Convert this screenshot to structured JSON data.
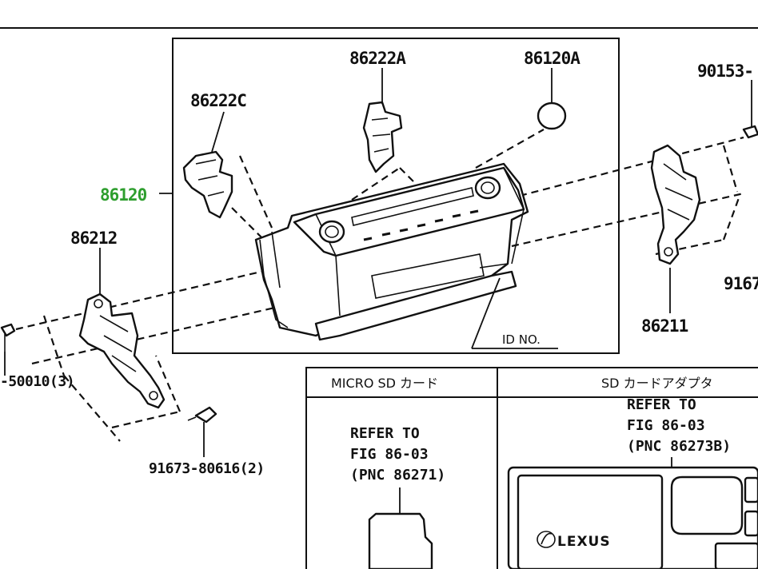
{
  "diagram": {
    "callouts": {
      "p86222A": "86222A",
      "p86120A": "86120A",
      "p86222C": "86222C",
      "p86120": "86120",
      "p90153": "90153-",
      "p86212": "86212",
      "p86211": "86211",
      "p9167_right": "9167",
      "p50010": "-50010(3)",
      "p91673": "91673-80616(2)",
      "id_no": "ID NO."
    },
    "highlight_color": "#2e9e2e",
    "table": {
      "header_left": "MICRO SD カード",
      "header_right": "SD カードアダプタ",
      "left_ref": [
        "REFER TO",
        "FIG 86-03",
        "(PNC 86271)"
      ],
      "right_ref": [
        "REFER TO",
        "FIG 86-03",
        "(PNC 86273B)"
      ],
      "logo_text": "LEXUS"
    }
  }
}
